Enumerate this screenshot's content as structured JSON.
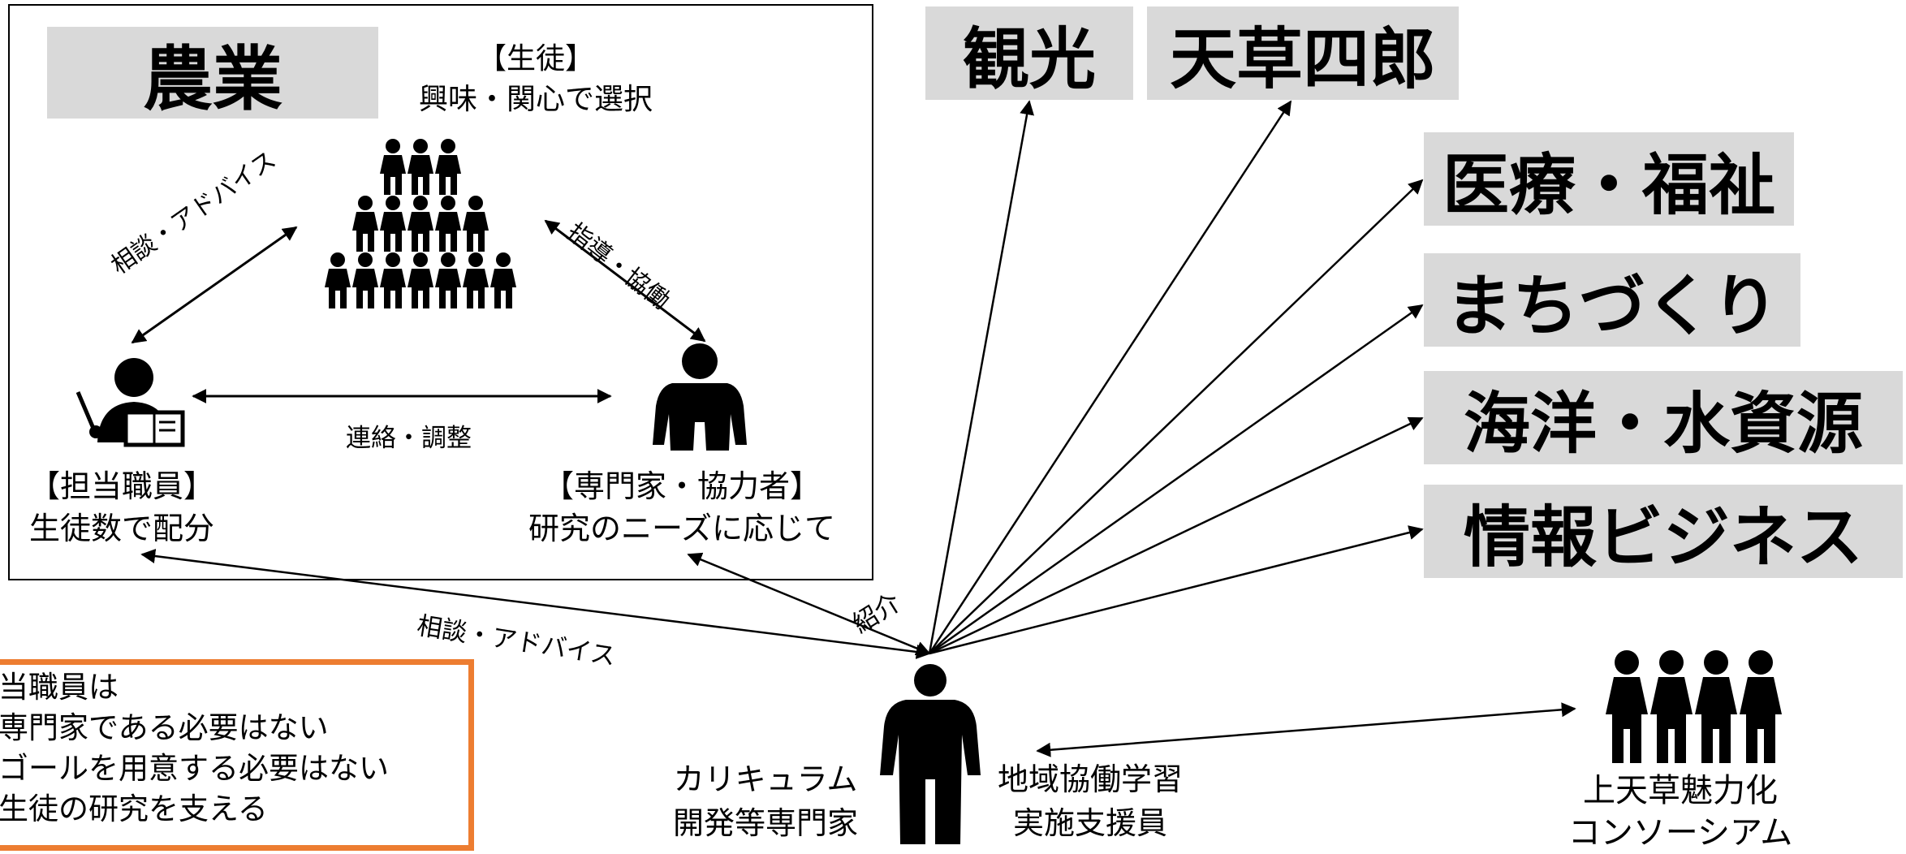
{
  "agriculture": {
    "title": "農業"
  },
  "students": {
    "bracket": "【生徒】",
    "sub": "興味・関心で選択"
  },
  "staff": {
    "bracket": "【担当職員】",
    "sub": "生徒数で配分"
  },
  "expert": {
    "bracket": "【専門家・協力者】",
    "sub": "研究のニーズに応じて"
  },
  "edges": {
    "consult_top": "相談・アドバイス",
    "guide": "指導・協働",
    "liaison": "連絡・調整",
    "consult_bottom": "相談・アドバイス",
    "introduce": "紹介"
  },
  "fields": [
    "観光",
    "天草四郎",
    "医療・福祉",
    "まちづくり",
    "海洋・水資源",
    "情報ビジネス"
  ],
  "center": {
    "left_line1": "カリキュラム",
    "left_line2": "開発等専門家",
    "right_line1": "地域協働学習",
    "right_line2": "実施支援員"
  },
  "consortium": {
    "line1": "上天草魅力化",
    "line2": "コンソーシアム"
  },
  "note": {
    "lines": [
      "当職員は",
      "専門家である必要はない",
      "ゴールを用意する必要はない",
      "生徒の研究を支える"
    ]
  },
  "colors": {
    "tag_bg": "#d9d9d9",
    "note_border": "#ed7d31",
    "ink": "#000000"
  }
}
